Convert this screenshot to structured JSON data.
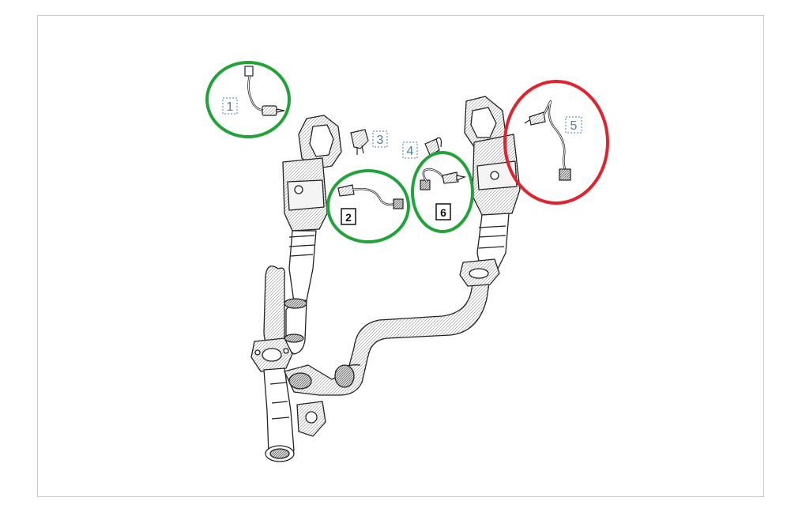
{
  "diagram": {
    "callouts": [
      {
        "id": "1",
        "style": "dotted-blue"
      },
      {
        "id": "2",
        "style": "solid-black"
      },
      {
        "id": "3",
        "style": "dotted-blue"
      },
      {
        "id": "4",
        "style": "dotted-blue"
      },
      {
        "id": "5",
        "style": "dotted-blue"
      },
      {
        "id": "6",
        "style": "solid-black"
      }
    ],
    "highlight_colors": {
      "green": "#22a33a",
      "red": "#e0232d",
      "callout_blue": "#4a7ea8",
      "line_art": "#222222"
    }
  }
}
